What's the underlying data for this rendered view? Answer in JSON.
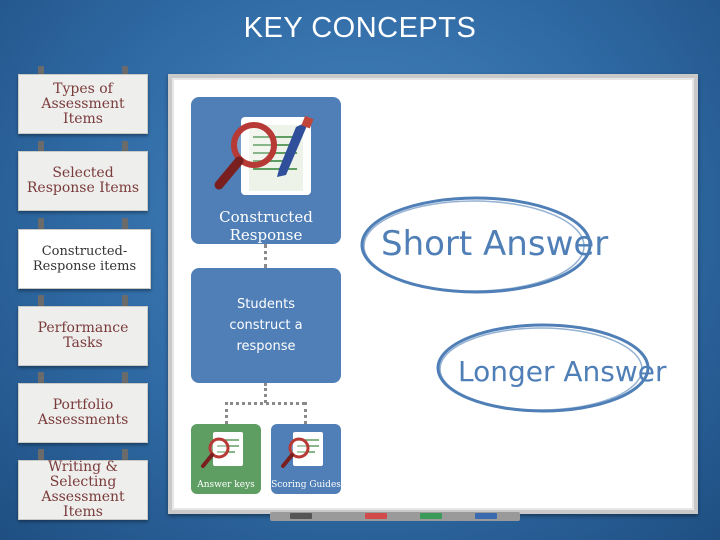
{
  "title": "KEY CONCEPTS",
  "sidebar": {
    "items": [
      {
        "label": "Types of Assessment Items"
      },
      {
        "label": "Selected Response Items"
      },
      {
        "label": "Constructed-Response items"
      },
      {
        "label": "Performance Tasks"
      },
      {
        "label": "Portfolio Assessments"
      },
      {
        "label": "Writing & Selecting Assessment Items"
      }
    ]
  },
  "board": {
    "main_card": {
      "caption": "Constructed Response",
      "icon": "magnifier-document-icon"
    },
    "description": "Students construct a response",
    "sub_cards": [
      {
        "caption": "Answer keys",
        "color": "#5e9e62"
      },
      {
        "caption": "Scoring Guides",
        "color": "#4f7fb6"
      }
    ],
    "ovals": [
      {
        "label": "Short Answer"
      },
      {
        "label": "Longer Answer"
      }
    ]
  },
  "colors": {
    "accent_blue": "#4f7fb6",
    "green": "#5e9e62",
    "marker_red": "#d24a4a"
  }
}
